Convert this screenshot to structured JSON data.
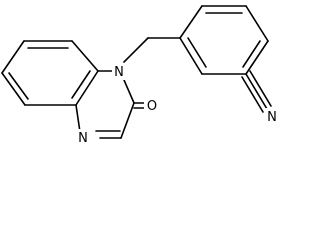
{
  "molecule": {
    "atoms": {
      "ring_nitrogen_top": "N",
      "ring_nitrogen_bottom": "N",
      "carbonyl_oxygen": "O",
      "nitrile_nitrogen": "N"
    }
  }
}
